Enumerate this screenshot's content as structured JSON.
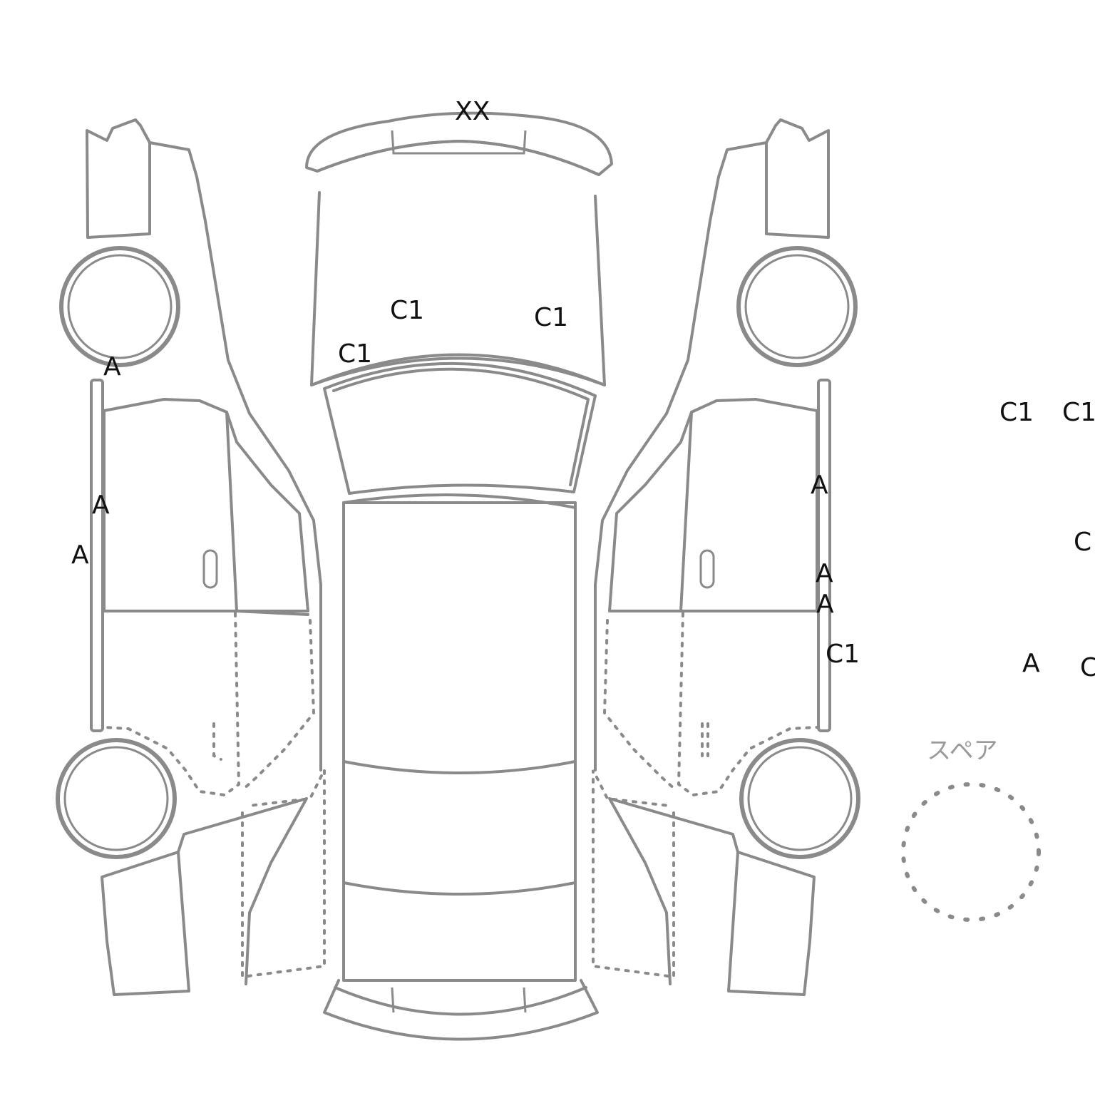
{
  "diagram": {
    "spare_label": "スペア",
    "marks": [
      {
        "id": "m1",
        "code": "XX"
      },
      {
        "id": "m2",
        "code": "C1"
      },
      {
        "id": "m3",
        "code": "C1"
      },
      {
        "id": "m4",
        "code": "C1"
      },
      {
        "id": "m5",
        "code": "A"
      },
      {
        "id": "m6",
        "code": "A"
      },
      {
        "id": "m7",
        "code": "A"
      },
      {
        "id": "m8",
        "code": "A"
      },
      {
        "id": "m9",
        "code": "A"
      },
      {
        "id": "m10",
        "code": "A"
      },
      {
        "id": "m11",
        "code": "C1"
      },
      {
        "id": "m12",
        "code": "C1"
      },
      {
        "id": "m13",
        "code": "C1"
      },
      {
        "id": "m14",
        "code": "C"
      },
      {
        "id": "m15",
        "code": "A"
      },
      {
        "id": "m16",
        "code": "C"
      }
    ]
  }
}
